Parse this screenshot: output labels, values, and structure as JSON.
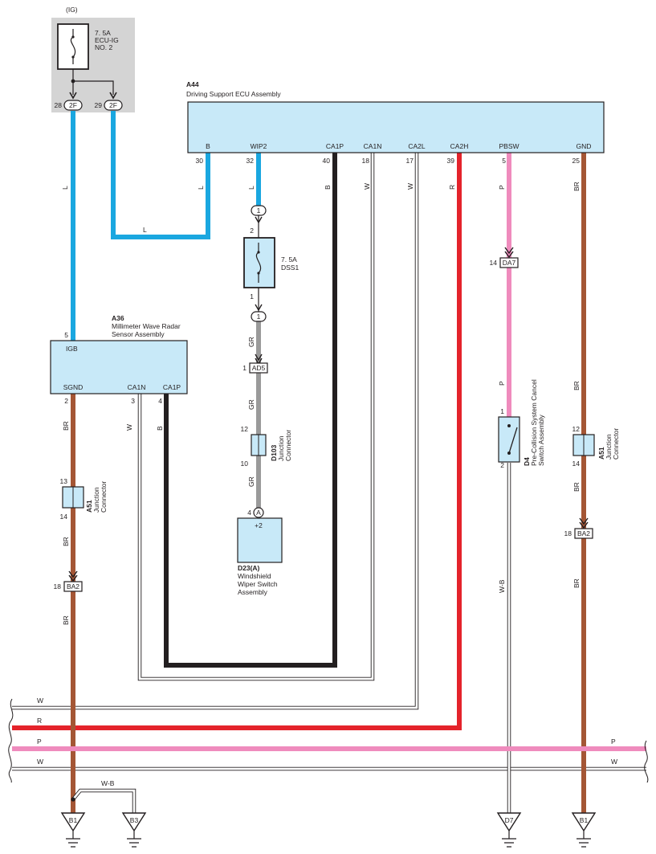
{
  "fuse_block": {
    "power_label": "(IG)",
    "fuse_name": [
      "7. 5A",
      "ECU-IG",
      "NO. 2"
    ],
    "pins": [
      "28",
      "29"
    ],
    "connector": "2F"
  },
  "ecu": {
    "code": "A44",
    "name": "Driving Support ECU Assembly",
    "terminals": [
      "B",
      "WIP2",
      "CA1P",
      "CA1N",
      "CA2L",
      "CA2H",
      "PBSW",
      "GND"
    ],
    "pins": [
      "30",
      "32",
      "40",
      "18",
      "17",
      "39",
      "5",
      "25"
    ]
  },
  "radar": {
    "code": "A36",
    "name": [
      "Millimeter Wave Radar",
      "Sensor Assembly"
    ],
    "terminals": [
      "IGB",
      "SGND",
      "CA1N",
      "CA1P"
    ],
    "pins": [
      "5",
      "2",
      "3",
      "4"
    ]
  },
  "dss_fuse": {
    "name": [
      "7. 5A",
      "DSS1"
    ],
    "pin_top": "2",
    "pin_bottom": "1",
    "connector": "1"
  },
  "connectors": {
    "ad5": "AD5",
    "ad5_pin": "1",
    "da7": "DA7",
    "da7_pin": "14",
    "ba2": "BA2",
    "ba2_pin": "18"
  },
  "junction_d103": {
    "code": "D103",
    "name": [
      "Junction",
      "Connector"
    ],
    "pins": [
      "12",
      "10"
    ]
  },
  "junction_a51": {
    "code": "A51",
    "name": [
      "Junction",
      "Connector"
    ],
    "pins_left": [
      "13",
      "14"
    ],
    "pins_right": [
      "12",
      "14"
    ]
  },
  "wiper": {
    "code": "D23(A)",
    "name": [
      "Windshield",
      "Wiper Switch",
      "Assembly"
    ],
    "pin": "4",
    "terminal": "+2",
    "pin_connector": "A"
  },
  "pcs_switch": {
    "code": "D4",
    "name": [
      "Pre-Collision System Cancel",
      "Switch Assembly"
    ],
    "pins": [
      "1",
      "2"
    ]
  },
  "grounds": [
    "B1",
    "B3",
    "D7",
    "B1"
  ],
  "wire_labels": {
    "blue": "L",
    "black": "B",
    "white": "W",
    "red": "R",
    "pink": "P",
    "brown": "BR",
    "gray": "GR",
    "wb": "W-B"
  },
  "colors": {
    "blue": "#1aa7e0",
    "black": "#231f20",
    "red": "#e4232b",
    "pink": "#ef8bbd",
    "brown": "#a45635",
    "gray": "#9a9a9a",
    "box_fill": "#c8e9f8",
    "fuse_shade": "#d4d4d4"
  }
}
